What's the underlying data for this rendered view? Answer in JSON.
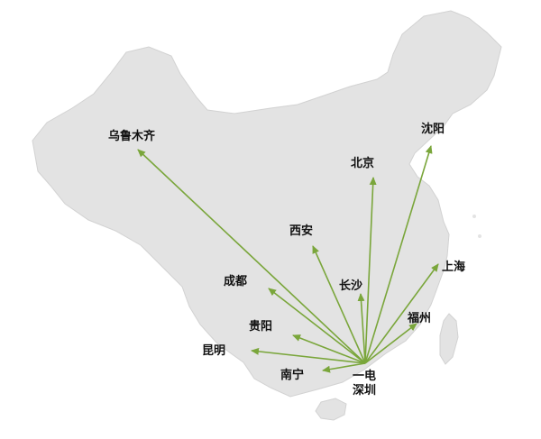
{
  "colors": {
    "land": "#e3e3e3",
    "coast": "#cfcfcf",
    "route": "#7aa63b",
    "text": "#111111"
  },
  "origin": {
    "line1": "一电",
    "line2": "深圳"
  },
  "destinations": [
    {
      "id": "wulumuqi",
      "label": "乌鲁木齐"
    },
    {
      "id": "beijing",
      "label": "北京"
    },
    {
      "id": "shenyang",
      "label": "沈阳"
    },
    {
      "id": "xian",
      "label": "西安"
    },
    {
      "id": "shanghai",
      "label": "上海"
    },
    {
      "id": "changsha",
      "label": "长沙"
    },
    {
      "id": "chengdu",
      "label": "成都"
    },
    {
      "id": "fuzhou",
      "label": "福州"
    },
    {
      "id": "guiyang",
      "label": "贵阳"
    },
    {
      "id": "kunming",
      "label": "昆明"
    },
    {
      "id": "nanning",
      "label": "南宁"
    }
  ]
}
